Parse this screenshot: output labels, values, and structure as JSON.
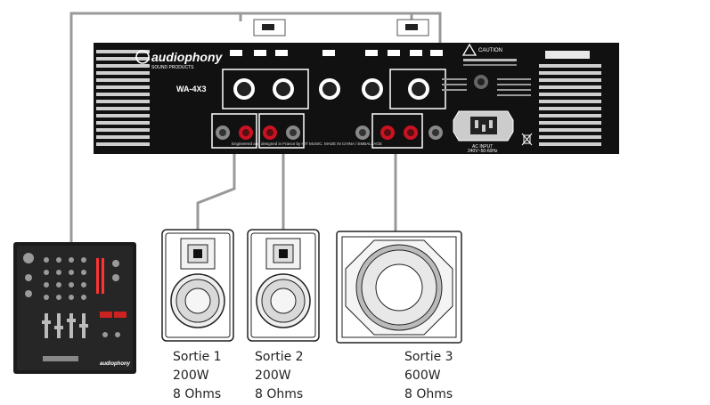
{
  "amplifier": {
    "brand": "audiophony",
    "brand_sub": "SOUND PRODUCTS",
    "model": "WA-4X3",
    "footer_text": "Engineered and designed in France by HIT MUSIC. MADE IN CHINA / EMBALLAGE",
    "ac_input": "AC INPUT",
    "ac_rating": "240V~50-60Hz",
    "caution": "CAUTION"
  },
  "mixer": {
    "brand": "audiophony"
  },
  "outputs": [
    {
      "name": "Sortie 1",
      "power": "200W",
      "impedance": "8 Ohms"
    },
    {
      "name": "Sortie 2",
      "power": "200W",
      "impedance": "8 Ohms"
    },
    {
      "name": "Sortie 3",
      "power": "600W",
      "impedance": "8 Ohms"
    }
  ],
  "colors": {
    "panel": "#111111",
    "cable": "#999999",
    "terminal_red": "#cc1122",
    "outline": "#ffffff"
  }
}
